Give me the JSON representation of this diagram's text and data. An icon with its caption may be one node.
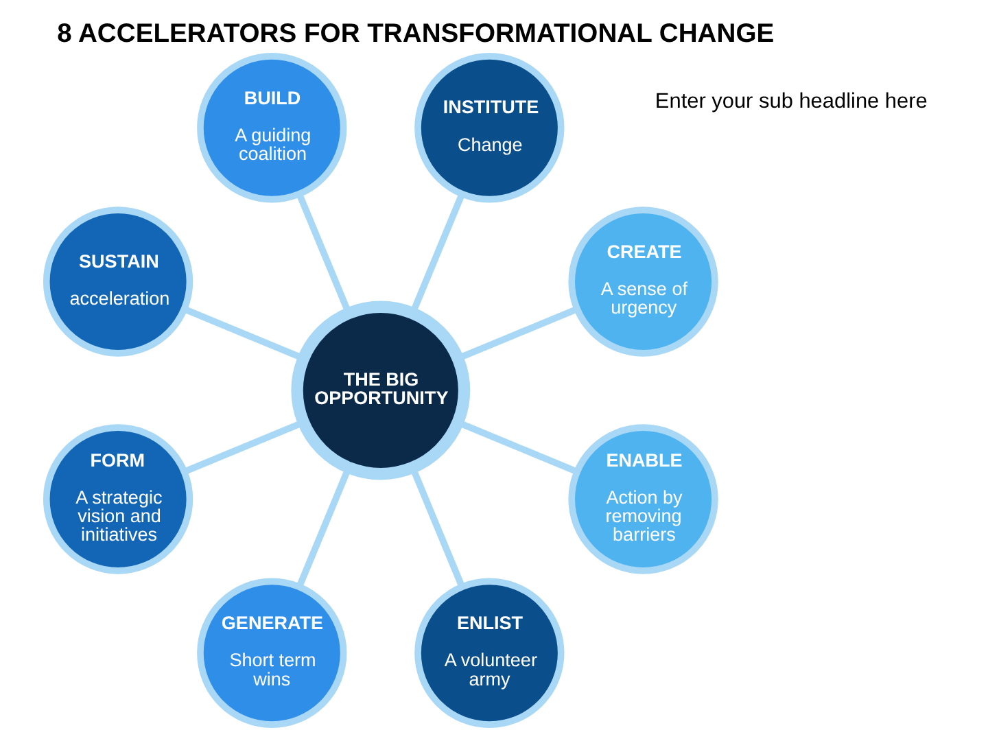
{
  "diagram": {
    "title": "8 ACCELERATORS FOR TRANSFORMATIONAL CHANGE",
    "nodes": [
      {
        "text": [
          "CREATE",
          "A sense of urgency"
        ]
      },
      {
        "text": [
          "INSTITUTE",
          "Change"
        ]
      },
      {
        "text": [
          "BUILD",
          "A guiding coalition"
        ]
      },
      {
        "text": [
          "SUSTAIN",
          "acceleration"
        ]
      },
      {
        "text": [
          "THE BIG OPPORTUNITY"
        ]
      },
      {
        "text": [
          "FORM",
          "A strategic vision and initiatives"
        ]
      },
      {
        "text": [
          "GENERATE",
          "Short term wins"
        ]
      },
      {
        "text": [
          "ENLIST",
          "A volunteer army"
        ]
      },
      {
        "text": [
          "ENABLE",
          "Action by removing barriers"
        ]
      }
    ],
    "edges": [
      {
        "from": 4,
        "to": 0,
        "arrow": "none"
      },
      {
        "from": 4,
        "to": 2,
        "arrow": "none"
      },
      {
        "from": 4,
        "to": 5,
        "arrow": "none"
      },
      {
        "from": 4,
        "to": 7,
        "arrow": "none"
      },
      {
        "from": 4,
        "to": 8,
        "arrow": "none"
      },
      {
        "from": 4,
        "to": 6,
        "arrow": "none"
      },
      {
        "from": 4,
        "to": 3,
        "arrow": "none"
      },
      {
        "from": 4,
        "to": 1,
        "arrow": "none"
      }
    ],
    "labels": [
      "Enter your sub headline here"
    ]
  }
}
